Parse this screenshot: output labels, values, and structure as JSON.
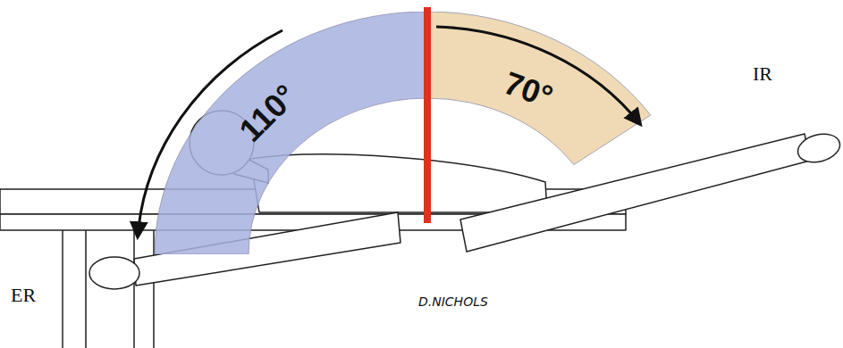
{
  "diagram": {
    "nodes": [
      {
        "text": [
          "110°"
        ]
      },
      {
        "text": [
          "70°"
        ]
      }
    ],
    "labels": [
      "IR",
      "ER",
      "D.NICHOLS"
    ]
  }
}
